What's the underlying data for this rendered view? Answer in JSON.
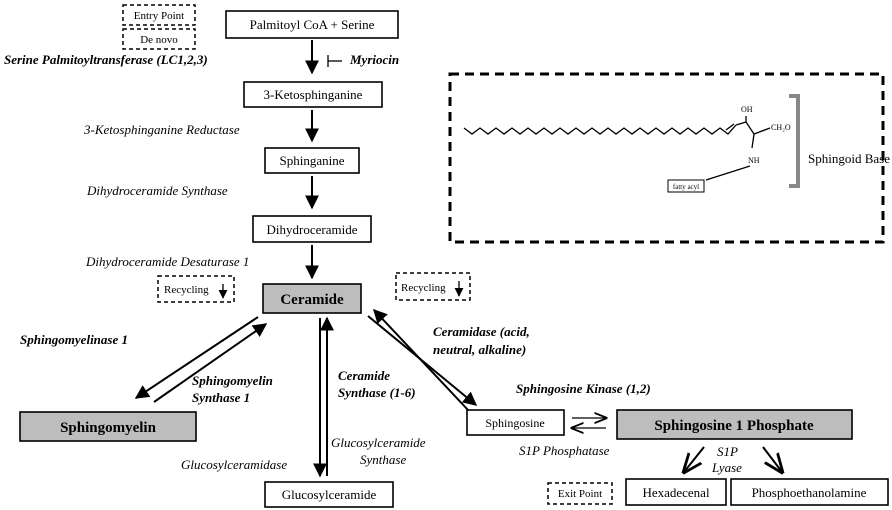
{
  "legend": {
    "entry_point": "Entry Point",
    "de_novo": "De novo",
    "exit_point": "Exit Point"
  },
  "nodes": {
    "palmitoyl": "Palmitoyl CoA + Serine",
    "ketosphinganine": "3-Ketosphinganine",
    "sphinganine": "Sphinganine",
    "dihydroceramide": "Dihydroceramide",
    "ceramide": "Ceramide",
    "sphingomyelin": "Sphingomyelin",
    "glucosylceramide": "Glucosylceramide",
    "sphingosine": "Sphingosine",
    "s1p": "Sphingosine 1 Phosphate",
    "hexadecenal": "Hexadecenal",
    "phosphoethanolamine": "Phosphoethanolamine"
  },
  "enzymes": {
    "spt": "Serine Palmitoyltransferase (LC1,2,3)",
    "myriocin": "Myriocin",
    "ksr": "3-Ketosphinganine Reductase",
    "dhcs": "Dihydroceramide Synthase",
    "dhcd": "Dihydroceramide Desaturase 1",
    "smase": "Sphingomyelinase 1",
    "sms_line1": "Sphingomyelin",
    "sms_line2": "Synthase 1",
    "cers_line1": "Ceramide",
    "cers_line2": "Synthase (1-6)",
    "cdase_line1": "Ceramidase (acid,",
    "cdase_line2": "neutral, alkaline)",
    "gcs_line1": "Glucosylceramide",
    "gcs_line2": "Synthase",
    "gcase": "Glucosylceramidase",
    "sphk": "Sphingosine Kinase (1,2)",
    "s1pp": "S1P Phosphatase",
    "s1pl_line1": "S1P",
    "s1pl_line2": "Lyase"
  },
  "recycling": {
    "left": "Recycling",
    "right": "Recycling"
  },
  "structure": {
    "label": "Sphingoid Base",
    "oh": "OH",
    "ch2o": "CH₂O",
    "nh": "NH",
    "fatty_acyl": "fatty acyl"
  }
}
